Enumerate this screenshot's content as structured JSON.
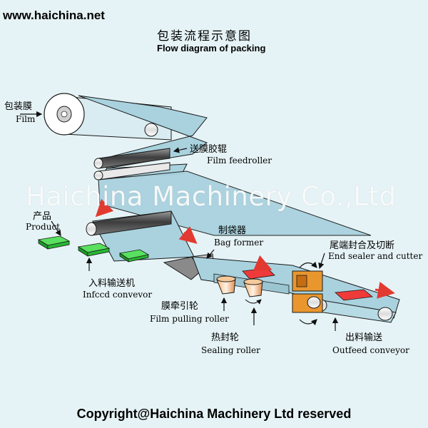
{
  "header": {
    "site": "www.haichina.net",
    "title_zh": "包装流程示意图",
    "title_en": "Flow diagram of packing"
  },
  "labels": {
    "film_zh": "包装膜",
    "film_en": "Film",
    "feedroller_zh": "送膜胶辊",
    "feedroller_en": "Film feedroller",
    "product_zh": "产品",
    "product_en": "Product",
    "bagformer_zh": "制袋器",
    "bagformer_en": "Bag former",
    "endsealer_zh": "尾端封合及切断",
    "endsealer_en": "End sealer and cutter",
    "infeed_zh": "入料输送机",
    "infeed_en": "Infccd convevor",
    "pulling_zh": "膜牵引轮",
    "pulling_en": "Film pulling roller",
    "sealing_zh": "热封轮",
    "sealing_en": "Sealing roller",
    "outfeed_zh": "出料输送",
    "outfeed_en": "Outfeed conveyor"
  },
  "watermark": "Haichina Machinery Co.,Ltd",
  "footer": {
    "copyright": "Copyright@Haichina Machinery Ltd reserved"
  },
  "colors": {
    "film": "#9ec9d6",
    "film_stroke": "#1a1a1a",
    "roller_dark": "#5a5a5a",
    "roller_light": "#f2f2f2",
    "product_green": "#2fc63a",
    "sealed_red": "#e0232b",
    "end_sealer_orange": "#e9962e",
    "arrow_red": "#e23a30",
    "background": "#e6f3f6"
  }
}
